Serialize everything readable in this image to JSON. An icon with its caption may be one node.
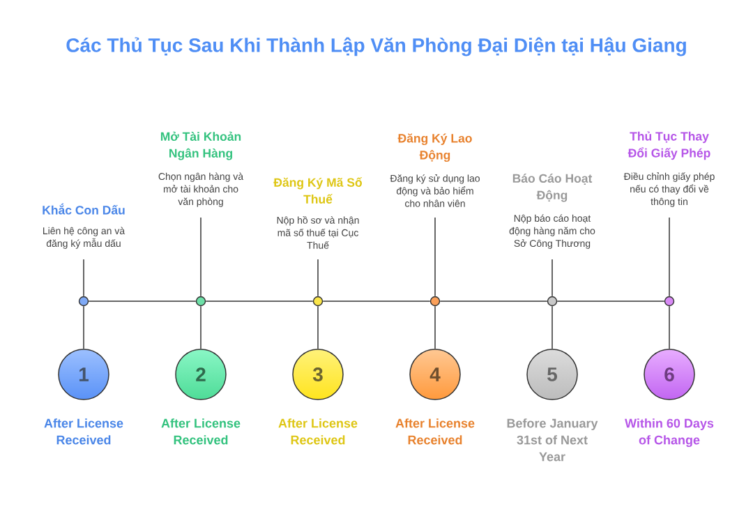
{
  "diagram": {
    "title": "Các Thủ Tục Sau Khi Thành Lập Văn Phòng Đại Diện tại Hậu Giang",
    "nodes": [
      {
        "text": [
          "Khắc Con Dấu",
          "Liên hệ công an và đăng ký mẫu dấu"
        ]
      },
      {
        "text": [],
        "shape": "circle"
      },
      {
        "text": [
          "1"
        ],
        "beside": [
          "After License Received"
        ]
      },
      {
        "text": [
          "Mở Tài Khoản Ngân Hàng",
          "Chọn ngân hàng và mở tài khoản cho văn phòng"
        ]
      },
      {
        "text": [],
        "shape": "circle"
      },
      {
        "text": [
          "2"
        ],
        "beside": [
          "After License Received"
        ]
      },
      {
        "text": [
          "Đăng Ký Mã Số Thuế",
          "Nộp hồ sơ và nhận mã số thuế tại Cục Thuế"
        ]
      },
      {
        "text": [],
        "shape": "circle"
      },
      {
        "text": [
          "3"
        ],
        "beside": [
          "After License Received"
        ]
      },
      {
        "text": [
          "Đăng Ký Lao Động",
          "Đăng ký sử dụng lao động và bảo hiểm cho nhân viên"
        ]
      },
      {
        "text": [],
        "shape": "circle"
      },
      {
        "text": [
          "4"
        ],
        "beside": [
          "After License Received"
        ]
      },
      {
        "text": [
          "Báo Cáo Hoạt Động",
          "Nộp báo cáo hoạt động hàng năm cho Sở Công Thương"
        ]
      },
      {
        "text": [],
        "shape": "circle"
      },
      {
        "text": [
          "5"
        ],
        "beside": [
          "Before January 31st of Next Year"
        ]
      },
      {
        "text": [
          "Thủ Tục Thay Đổi Giấy Phép",
          "Điều chỉnh giấy phép nếu có thay đổi về thông tin"
        ]
      },
      {
        "text": [],
        "shape": "circle"
      },
      {
        "text": [
          "6"
        ],
        "beside": [
          "Within 60 Days of Change"
        ]
      }
    ],
    "edges": [
      {
        "from": 0,
        "to": 1,
        "arrow": "none"
      },
      {
        "from": 1,
        "to": 2,
        "arrow": "none"
      },
      {
        "from": 3,
        "to": 4,
        "arrow": "none"
      },
      {
        "from": 4,
        "to": 5,
        "arrow": "none"
      },
      {
        "from": 6,
        "to": 7,
        "arrow": "none"
      },
      {
        "from": 7,
        "to": 8,
        "arrow": "none"
      },
      {
        "from": 9,
        "to": 10,
        "arrow": "none"
      },
      {
        "from": 10,
        "to": 11,
        "arrow": "none"
      },
      {
        "from": 12,
        "to": 13,
        "arrow": "none"
      },
      {
        "from": 13,
        "to": 14,
        "arrow": "none"
      },
      {
        "from": 15,
        "to": 16,
        "arrow": "none"
      },
      {
        "from": 16,
        "to": 17,
        "arrow": "none"
      },
      {
        "from": 1,
        "to": 4,
        "arrow": "none"
      },
      {
        "from": 4,
        "to": 7,
        "arrow": "none"
      },
      {
        "from": 7,
        "to": 10,
        "arrow": "none"
      },
      {
        "from": 10,
        "to": 13,
        "arrow": "none"
      },
      {
        "from": 13,
        "to": 16,
        "arrow": "none"
      }
    ]
  }
}
